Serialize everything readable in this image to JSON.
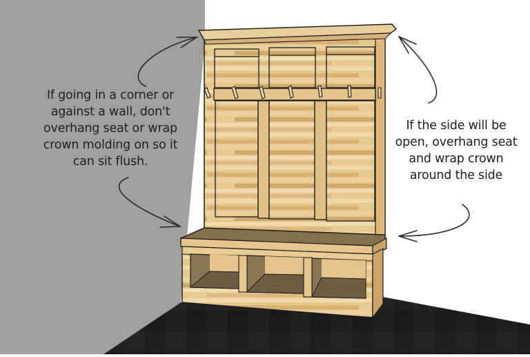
{
  "colors": {
    "wall_left": "#a0a0a0",
    "wall_right": "#ffffff",
    "floor": "#1c1c1c",
    "wood_light": "#e9cd93",
    "wood_mid": "#ddb877",
    "wood_dark": "#c9a468",
    "seat_top": "#85704d",
    "cubby_shadow": "#8a7555",
    "outline": "#1a1a1a",
    "arrow": "#2a2a2a",
    "text": "#1e1e1e"
  },
  "annotations": {
    "left": {
      "lines": [
        "If going in a corner or",
        "against a wall, don't",
        "overhang seat or wrap",
        "crown molding on so it",
        "can sit flush."
      ]
    },
    "right": {
      "lines": [
        "If the side will be",
        "open, overhang seat",
        "and wrap crown",
        "around the side"
      ]
    }
  },
  "furniture": {
    "type": "entryway hall tree bench",
    "upper_panels": 3,
    "hooks": 7,
    "cubbies": 3
  }
}
